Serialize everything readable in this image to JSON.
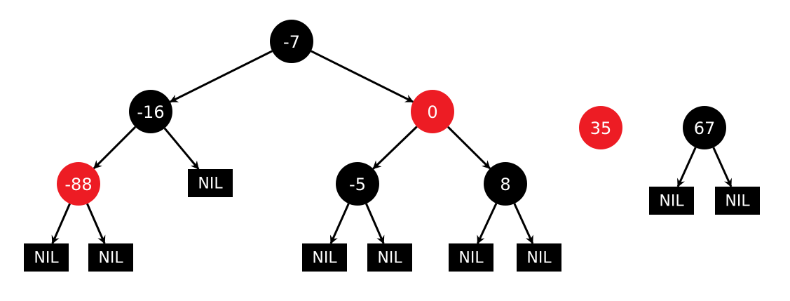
{
  "colors": {
    "black": "#000000",
    "red": "#ed1c24",
    "edge": "#000000",
    "text": "#ffffff",
    "background": "#ffffff"
  },
  "nil_label": "NIL",
  "nodes": [
    {
      "id": "n-7",
      "label": "-7",
      "color": "black"
    },
    {
      "id": "n-16",
      "label": "-16",
      "color": "black"
    },
    {
      "id": "n0",
      "label": "0",
      "color": "red"
    },
    {
      "id": "n-88",
      "label": "-88",
      "color": "red"
    },
    {
      "id": "nil-a",
      "label": "NIL",
      "color": "nil"
    },
    {
      "id": "n-5",
      "label": "-5",
      "color": "black"
    },
    {
      "id": "n8",
      "label": "8",
      "color": "black"
    },
    {
      "id": "nil-b",
      "label": "NIL",
      "color": "nil"
    },
    {
      "id": "nil-c",
      "label": "NIL",
      "color": "nil"
    },
    {
      "id": "nil-d",
      "label": "NIL",
      "color": "nil"
    },
    {
      "id": "nil-e",
      "label": "NIL",
      "color": "nil"
    },
    {
      "id": "nil-f",
      "label": "NIL",
      "color": "nil"
    },
    {
      "id": "nil-g",
      "label": "NIL",
      "color": "nil"
    },
    {
      "id": "n35",
      "label": "35",
      "color": "red"
    },
    {
      "id": "n67",
      "label": "67",
      "color": "black"
    },
    {
      "id": "nil-h",
      "label": "NIL",
      "color": "nil"
    },
    {
      "id": "nil-i",
      "label": "NIL",
      "color": "nil"
    }
  ],
  "edges": [
    {
      "from": "n-7",
      "to": "n-16"
    },
    {
      "from": "n-7",
      "to": "n0"
    },
    {
      "from": "n-16",
      "to": "n-88"
    },
    {
      "from": "n-16",
      "to": "nil-a"
    },
    {
      "from": "n-88",
      "to": "nil-b"
    },
    {
      "from": "n-88",
      "to": "nil-c"
    },
    {
      "from": "n0",
      "to": "n-5"
    },
    {
      "from": "n0",
      "to": "n8"
    },
    {
      "from": "n-5",
      "to": "nil-d"
    },
    {
      "from": "n-5",
      "to": "nil-e"
    },
    {
      "from": "n8",
      "to": "nil-f"
    },
    {
      "from": "n8",
      "to": "nil-g"
    },
    {
      "from": "n67",
      "to": "nil-h"
    },
    {
      "from": "n67",
      "to": "nil-i"
    }
  ]
}
